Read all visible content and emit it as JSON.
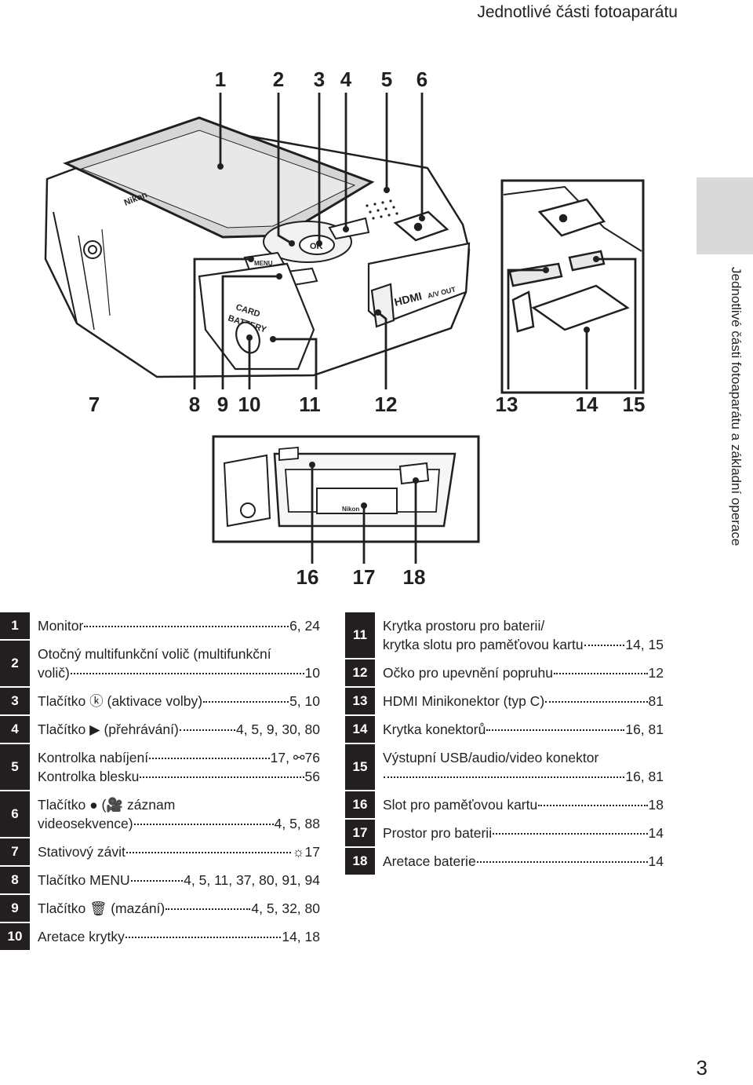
{
  "header": {
    "title": "Jednotlivé části fotoaparátu"
  },
  "side_tab": {
    "label": "Jednotlivé části fotoaparátu a základní operace"
  },
  "callouts": {
    "top": [
      "1",
      "2",
      "3",
      "4",
      "5",
      "6"
    ],
    "middle": [
      "7",
      "8",
      "9",
      "10",
      "11",
      "12",
      "13",
      "14",
      "15"
    ],
    "bottom": [
      "16",
      "17",
      "18"
    ]
  },
  "camera_markings": {
    "brand": "Nikon",
    "card_battery": "CARD\nBATTERY",
    "hdmi": "HDMI",
    "av_out": "A/V OUT",
    "ok": "OK",
    "menu": "MENU"
  },
  "legend_left": [
    {
      "num": "1",
      "lines": [
        {
          "label": "Monitor",
          "pages": "6, 24"
        }
      ]
    },
    {
      "num": "2",
      "lines": [
        {
          "label": "Otočný multifunkční volič (multifunkční",
          "pages": ""
        },
        {
          "label": "volič)",
          "pages": "10"
        }
      ]
    },
    {
      "num": "3",
      "lines": [
        {
          "label": "Tlačítko ⓚ (aktivace volby)",
          "pages": "5, 10"
        }
      ]
    },
    {
      "num": "4",
      "lines": [
        {
          "label": "Tlačítko ▶ (přehrávání)",
          "pages": "4, 5, 9, 30, 80"
        }
      ]
    },
    {
      "num": "5",
      "lines": [
        {
          "label": "Kontrolka nabíjení",
          "pages": "17, ⚯76"
        },
        {
          "label": "Kontrolka blesku",
          "pages": "56"
        }
      ]
    },
    {
      "num": "6",
      "lines": [
        {
          "label": "Tlačítko ● (🎥 záznam",
          "pages": ""
        },
        {
          "label": "videosekvence)",
          "pages": "4, 5, 88"
        }
      ]
    },
    {
      "num": "7",
      "lines": [
        {
          "label": "Stativový závit",
          "pages": "☼17"
        }
      ]
    },
    {
      "num": "8",
      "lines": [
        {
          "label": "Tlačítko MENU",
          "pages": "4, 5, 11, 37, 80, 91, 94"
        }
      ]
    },
    {
      "num": "9",
      "lines": [
        {
          "label": "Tlačítko 🗑 (mazání)",
          "pages": "4, 5, 32, 80"
        }
      ]
    },
    {
      "num": "10",
      "lines": [
        {
          "label": "Aretace krytky",
          "pages": "14, 18"
        }
      ]
    }
  ],
  "legend_right": [
    {
      "num": "11",
      "lines": [
        {
          "label": "Krytka prostoru pro baterii/",
          "pages": ""
        },
        {
          "label": "krytka slotu pro paměťovou kartu",
          "pages": "14, 15"
        }
      ]
    },
    {
      "num": "12",
      "lines": [
        {
          "label": "Očko pro upevnění popruhu",
          "pages": "12"
        }
      ]
    },
    {
      "num": "13",
      "lines": [
        {
          "label": "HDMI Minikonektor (typ C)",
          "pages": "81"
        }
      ]
    },
    {
      "num": "14",
      "lines": [
        {
          "label": "Krytka konektorů",
          "pages": "16, 81"
        }
      ]
    },
    {
      "num": "15",
      "lines": [
        {
          "label": "Výstupní USB/audio/video konektor",
          "pages": ""
        },
        {
          "label": "",
          "pages": "16, 81"
        }
      ]
    },
    {
      "num": "16",
      "lines": [
        {
          "label": "Slot pro paměťovou kartu",
          "pages": "18"
        }
      ]
    },
    {
      "num": "17",
      "lines": [
        {
          "label": "Prostor pro baterii",
          "pages": "14"
        }
      ]
    },
    {
      "num": "18",
      "lines": [
        {
          "label": "Aretace baterie",
          "pages": "14"
        }
      ]
    }
  ],
  "page_number": "3"
}
